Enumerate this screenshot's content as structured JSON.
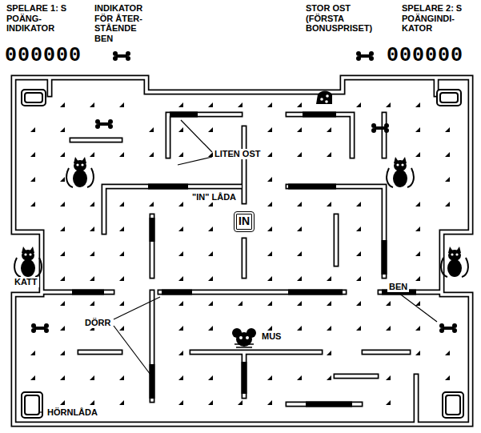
{
  "diagram": {
    "nodes": [
      {
        "text": [
          "IN"
        ]
      }
    ],
    "labels": [
      "SPELARE 1: S POÄNG- INDIKATOR",
      "INDIKATOR FÖR ÅTER- STÅENDE BEN",
      "STOR OST (FÖRSTA BONUSPRISET)",
      "SPELARE 2: S POÄNGINDI- KATOR",
      "000000",
      "000000",
      "LITEN OST",
      "\"IN\" LÅDA",
      "KATT",
      "BEN",
      "DÖRR",
      "MUS",
      "HÖRNLÅDA"
    ]
  }
}
